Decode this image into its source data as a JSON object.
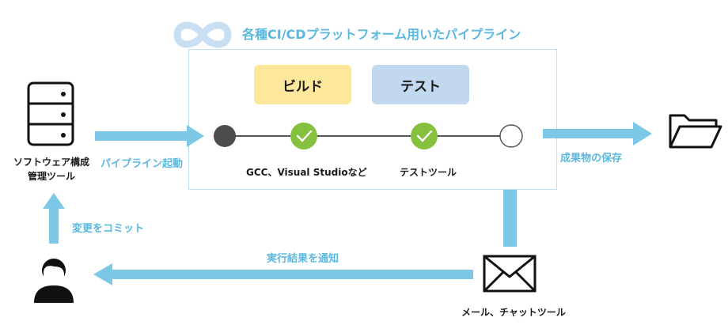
{
  "title": "各種CI/CDプラットフォーム用いたパイプライン",
  "stages": {
    "build": "ビルド",
    "test": "テスト"
  },
  "step_labels": {
    "build_tools": "GCC、Visual Studioなど",
    "test_tools": "テストツール"
  },
  "scm": {
    "line1": "ソフトウェア構成",
    "line2": "管理ツール"
  },
  "flows": {
    "trigger": "パイプライン起動",
    "commit": "変更をコミット",
    "notify": "実行結果を通知",
    "store": "成果物の保存"
  },
  "notification_tool": "メール、チャットツール",
  "colors": {
    "accent": "#5bb8df",
    "arrow": "#7cc8e6",
    "build_stage": "#fde79a",
    "test_stage": "#c2d8ee",
    "done_step": "#86c03f",
    "start_step": "#4d4d4d"
  },
  "icons": [
    "infinity-icon",
    "database-icon",
    "user-icon",
    "mail-icon",
    "folder-icon",
    "check-icon"
  ]
}
